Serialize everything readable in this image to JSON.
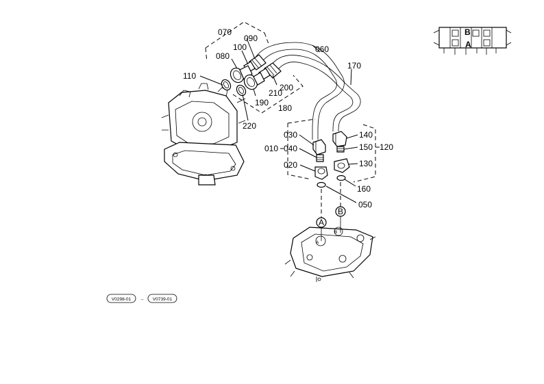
{
  "parts": {
    "p070": "070",
    "p090": "090",
    "p100": "100",
    "p080": "080",
    "p060": "060",
    "p170": "170",
    "p110": "110",
    "p210": "210",
    "p200": "200",
    "p190": "190",
    "p180": "180",
    "p220": "220",
    "p030": "030",
    "p010": "010",
    "p040": "040",
    "p020": "020",
    "p140": "140",
    "p150": "150",
    "p120": "120",
    "p130": "130",
    "p160": "160",
    "p050": "050"
  },
  "ports": {
    "a": "A",
    "b": "B"
  },
  "serial": {
    "from": "V0298-01",
    "to": "V0739-01",
    "arrow": "→"
  }
}
